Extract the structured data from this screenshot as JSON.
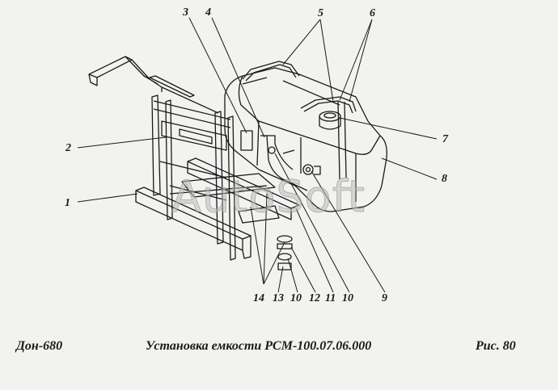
{
  "callouts": [
    "1",
    "2",
    "3",
    "4",
    "5",
    "6",
    "7",
    "8",
    "9",
    "10",
    "11",
    "12",
    "13",
    "14",
    "10"
  ],
  "watermark": "AutoSoft",
  "caption": {
    "model": "Дон-680",
    "title": "Установка емкости РСМ-100.07.06.000",
    "figure": "Рис.  80"
  },
  "colors": {
    "ink": "#1a1a1a",
    "paper": "#f2f2f0",
    "watermark": "#bebebe"
  }
}
